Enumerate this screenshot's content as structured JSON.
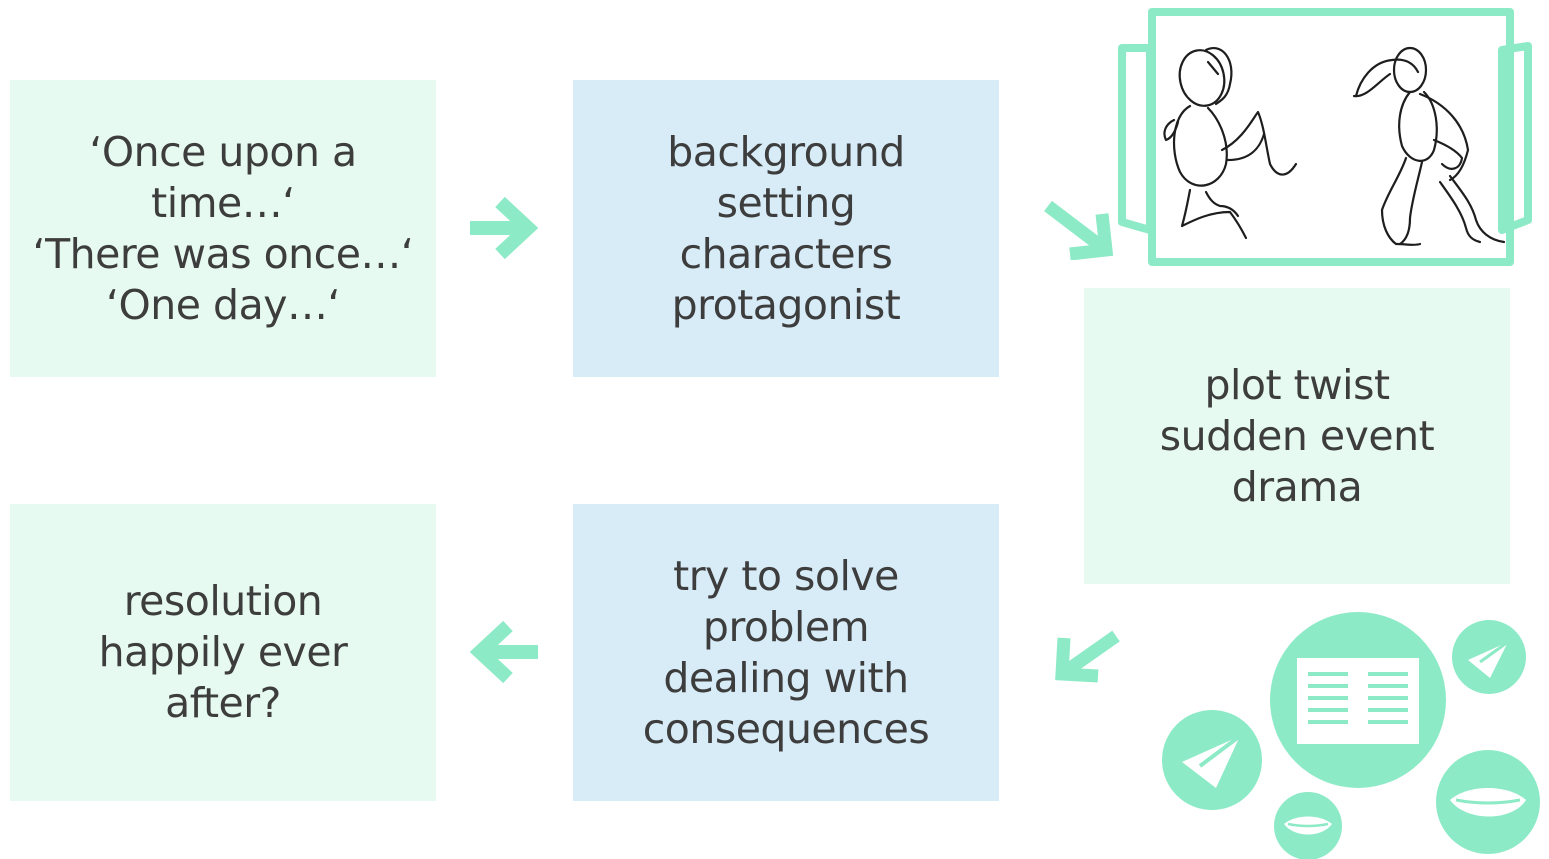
{
  "colors": {
    "mint": "#8ceac6",
    "green_box": "#e6faf2",
    "blue_box": "#d7ecf7",
    "text": "#3d3d3d"
  },
  "boxes": {
    "opening": {
      "lines": [
        "‘Once upon a time…‘",
        "‘There was once…‘",
        "‘One day…‘"
      ]
    },
    "exposition": {
      "lines": [
        "background",
        "setting",
        "characters",
        "protagonist"
      ]
    },
    "conflict": {
      "lines": [
        "plot twist",
        "sudden event",
        "drama"
      ]
    },
    "rising": {
      "lines": [
        "try to solve problem",
        "dealing with consequences"
      ]
    },
    "ending": {
      "lines": [
        "resolution",
        "happily ever after?"
      ]
    }
  },
  "icons": [
    "arrow-right-icon",
    "arrow-down-right-icon",
    "arrow-down-left-icon",
    "arrow-left-icon",
    "sketch-frame-icon",
    "newspaper-icon",
    "paper-plane-icon",
    "lips-icon"
  ]
}
